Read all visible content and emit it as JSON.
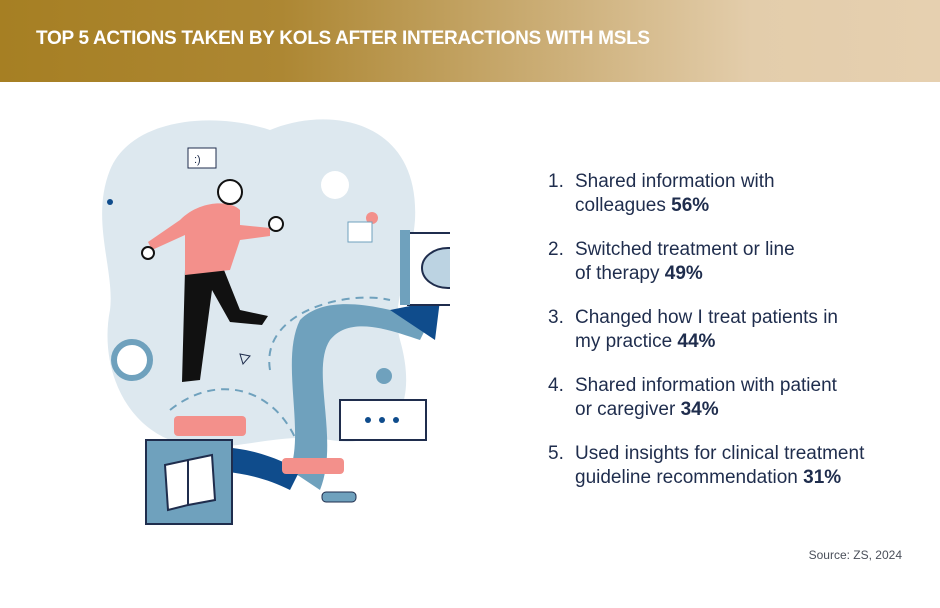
{
  "header": {
    "title": "TOP 5 ACTIONS TAKEN BY KOLS AFTER INTERACTIONS WITH MSLS"
  },
  "illustration": {
    "speech_bubble": ":)"
  },
  "actions": [
    {
      "number": "1.",
      "line1": "Shared information with",
      "line2": "colleagues",
      "percent": "56%"
    },
    {
      "number": "2.",
      "line1": "Switched treatment or line",
      "line2": "of therapy",
      "percent": "49%"
    },
    {
      "number": "3.",
      "line1": "Changed how I treat patients in",
      "line2": "my practice",
      "percent": "44%"
    },
    {
      "number": "4.",
      "line1": "Shared information with patient",
      "line2": "or caregiver",
      "percent": "34%"
    },
    {
      "number": "5.",
      "line1": "Used insights for clinical treatment",
      "line2": "guideline recommendation",
      "percent": "31%"
    }
  ],
  "source": "Source: ZS, 2024",
  "colors": {
    "navy": "#1f2d4d",
    "blob": "#dde8ef",
    "blue": "#6fa1bd",
    "dark_blue": "#0f4c8c",
    "pink": "#f3908b",
    "gold": "#a67f23"
  }
}
